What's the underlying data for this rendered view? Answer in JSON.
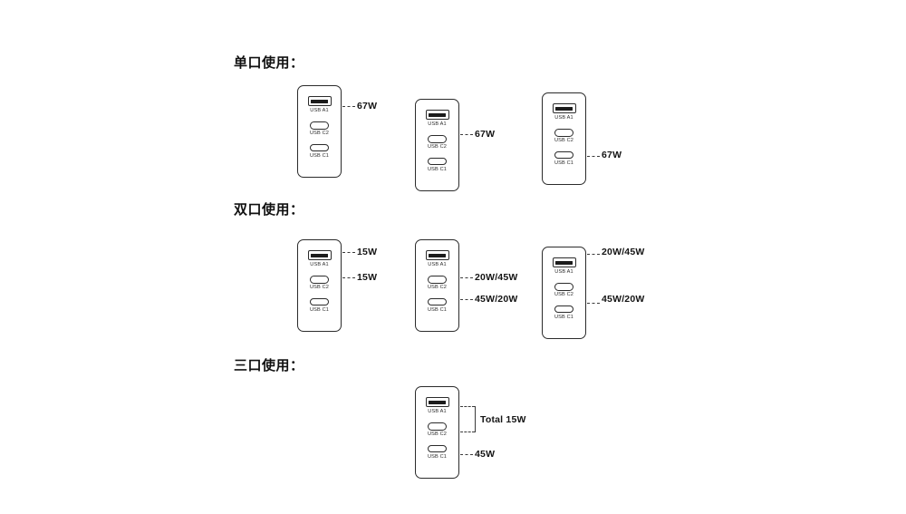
{
  "page": {
    "background_color": "#ffffff",
    "line_color": "#2b2b2b",
    "text_color": "#141414"
  },
  "sections": [
    {
      "id": "single-port",
      "title": "单口使用：",
      "devices": [
        {
          "id": "single-a1",
          "ports": [
            {
              "type": "usb-a",
              "label": "USB A1"
            },
            {
              "type": "usb-c",
              "label": "USB C2"
            },
            {
              "type": "usb-c",
              "label": "USB C1"
            }
          ],
          "callouts": [
            {
              "port": "USB A1",
              "value": "67W"
            }
          ]
        },
        {
          "id": "single-c2",
          "ports": [
            {
              "type": "usb-a",
              "label": "USB A1"
            },
            {
              "type": "usb-c",
              "label": "USB C2"
            },
            {
              "type": "usb-c",
              "label": "USB C1"
            }
          ],
          "callouts": [
            {
              "port": "USB C2",
              "value": "67W"
            }
          ]
        },
        {
          "id": "single-c1",
          "ports": [
            {
              "type": "usb-a",
              "label": "USB A1"
            },
            {
              "type": "usb-c",
              "label": "USB C2"
            },
            {
              "type": "usb-c",
              "label": "USB C1"
            }
          ],
          "callouts": [
            {
              "port": "USB C1",
              "value": "67W"
            }
          ]
        }
      ]
    },
    {
      "id": "dual-port",
      "title": "双口使用：",
      "devices": [
        {
          "id": "dual-a1-c2",
          "ports": [
            {
              "type": "usb-a",
              "label": "USB A1"
            },
            {
              "type": "usb-c",
              "label": "USB C2"
            },
            {
              "type": "usb-c",
              "label": "USB C1"
            }
          ],
          "callouts": [
            {
              "port": "USB A1",
              "value": "15W"
            },
            {
              "port": "USB C2",
              "value": "15W"
            }
          ]
        },
        {
          "id": "dual-c2-c1",
          "ports": [
            {
              "type": "usb-a",
              "label": "USB A1"
            },
            {
              "type": "usb-c",
              "label": "USB C2"
            },
            {
              "type": "usb-c",
              "label": "USB C1"
            }
          ],
          "callouts": [
            {
              "port": "USB C2",
              "value": "20W/45W"
            },
            {
              "port": "USB C1",
              "value": "45W/20W"
            }
          ]
        },
        {
          "id": "dual-a1-c1",
          "ports": [
            {
              "type": "usb-a",
              "label": "USB A1"
            },
            {
              "type": "usb-c",
              "label": "USB C2"
            },
            {
              "type": "usb-c",
              "label": "USB C1"
            }
          ],
          "callouts": [
            {
              "port": "USB A1",
              "value": "20W/45W"
            },
            {
              "port": "USB C1",
              "value": "45W/20W"
            }
          ]
        }
      ]
    },
    {
      "id": "triple-port",
      "title": "三口使用：",
      "devices": [
        {
          "id": "triple-all",
          "ports": [
            {
              "type": "usb-a",
              "label": "USB A1"
            },
            {
              "type": "usb-c",
              "label": "USB C2"
            },
            {
              "type": "usb-c",
              "label": "USB C1"
            }
          ],
          "callouts": [
            {
              "port": "USB A1 + USB C2",
              "value": "Total 15W",
              "grouped": true
            },
            {
              "port": "USB C1",
              "value": "45W"
            }
          ]
        }
      ]
    }
  ],
  "labels": {
    "section1_title": "单口使用：",
    "section2_title": "双口使用：",
    "section3_title": "三口使用：",
    "port_a1": "USB A1",
    "port_c2": "USB C2",
    "port_c1": "USB C1",
    "w_67": "67W",
    "w_15": "15W",
    "w_20_45": "20W/45W",
    "w_45_20": "45W/20W",
    "w_total15": "Total 15W",
    "w_45": "45W"
  }
}
